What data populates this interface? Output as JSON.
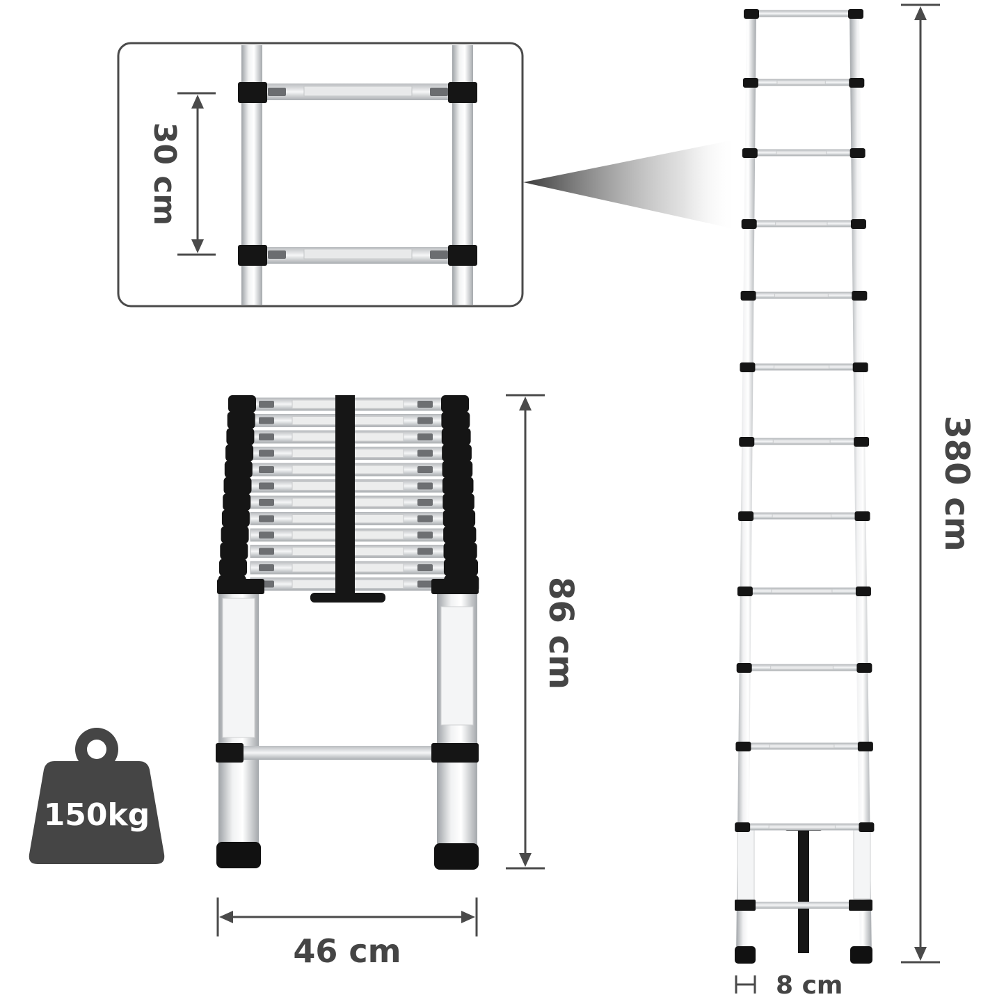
{
  "dimensions": {
    "rung_spacing": "30 cm",
    "extended_height": "380 cm",
    "folded_height": "86 cm",
    "width": "46 cm",
    "rung_depth": "8 cm"
  },
  "load_capacity": "150kg",
  "colors": {
    "dimension_lines": "#4a4a4a",
    "weight_icon": "#454545",
    "ladder_black": "#151515",
    "ladder_aluminium": "#d4d6d8"
  },
  "icons": {
    "weight": "weight-icon",
    "zoom_callout": "magnifier-callout"
  }
}
